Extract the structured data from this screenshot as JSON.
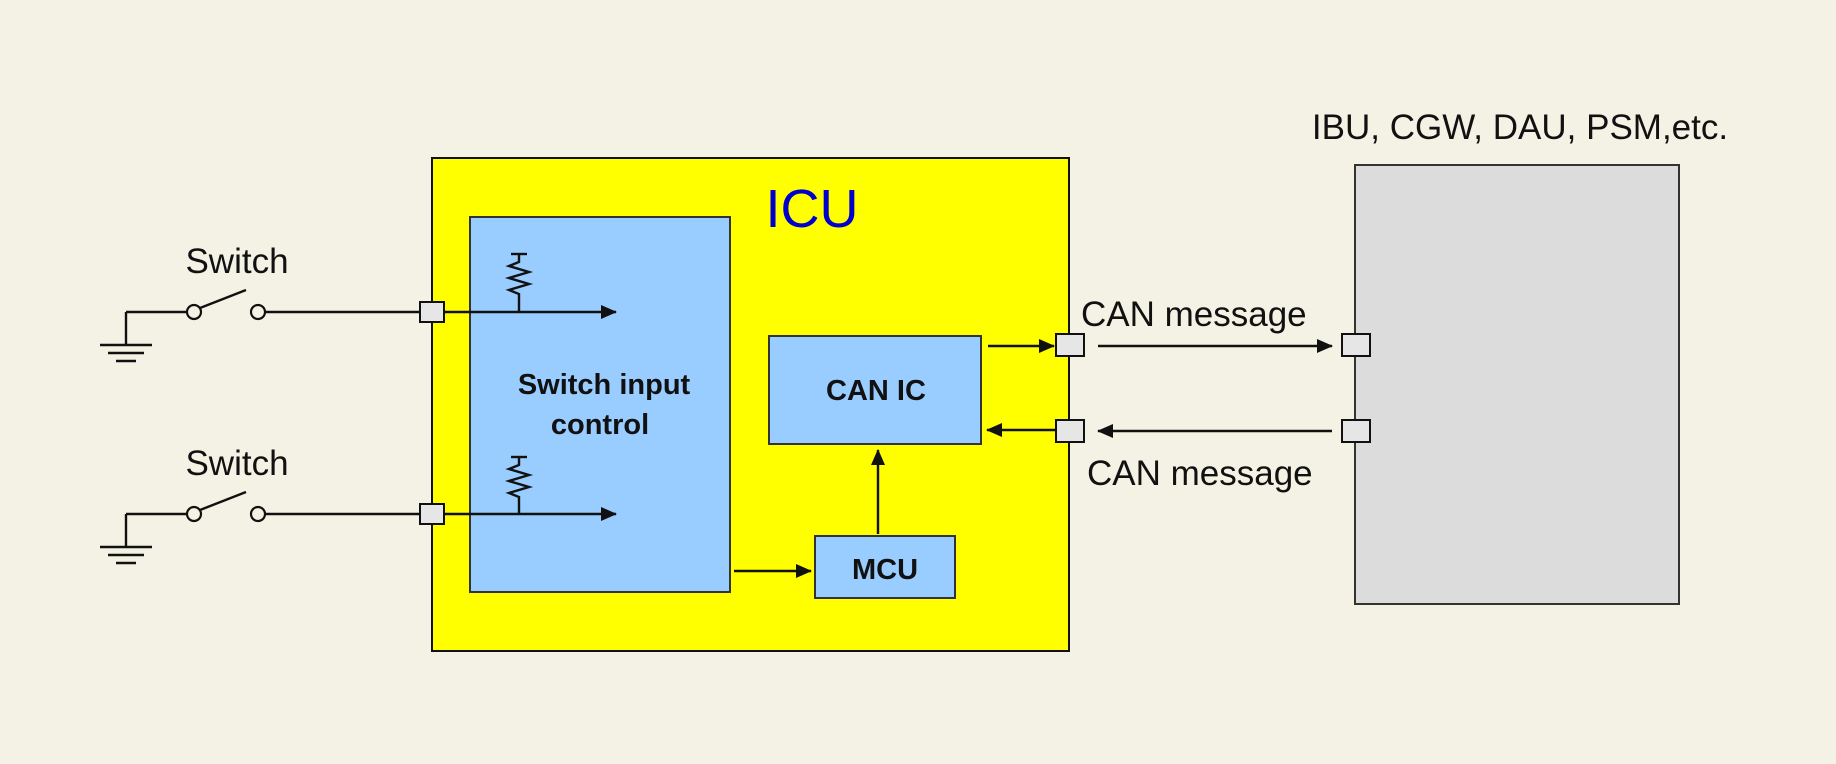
{
  "icu": {
    "title": "ICU"
  },
  "blocks": {
    "switch_input_control": [
      "Switch input",
      "control"
    ],
    "can_ic": "CAN IC",
    "mcu": "MCU"
  },
  "switches": [
    {
      "label": "Switch"
    },
    {
      "label": "Switch"
    }
  ],
  "external": {
    "label": "IBU, CGW, DAU, PSM,etc."
  },
  "can_messages": {
    "outgoing": "CAN message",
    "incoming": "CAN message"
  },
  "colors": {
    "background": "#f4f2e4",
    "icu_fill": "#ffff00",
    "block_fill": "#99ccff",
    "external_fill": "#dcdcdc",
    "icu_title": "#0000cc"
  }
}
